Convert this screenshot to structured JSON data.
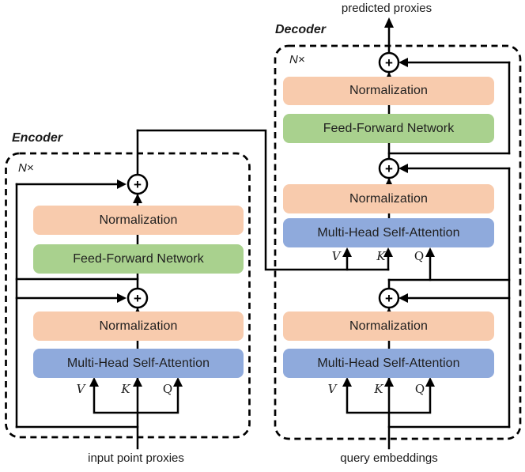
{
  "figure": {
    "output_label": "predicted proxies",
    "add_symbol": "+",
    "encoder": {
      "title": "Encoder",
      "repeat_label": "N×",
      "blocks": [
        {
          "label": "Normalization",
          "type": "normalization"
        },
        {
          "label": "Feed-Forward Network",
          "type": "feed-forward"
        },
        {
          "label": "Normalization",
          "type": "normalization"
        },
        {
          "label": "Multi-Head Self-Attention",
          "type": "attention"
        }
      ],
      "attention_inputs": [
        {
          "label": "V"
        },
        {
          "label": "K"
        },
        {
          "label": "Q"
        }
      ],
      "input_label": "input point proxies"
    },
    "decoder": {
      "title": "Decoder",
      "repeat_label": "N×",
      "blocks": [
        {
          "label": "Normalization",
          "type": "normalization"
        },
        {
          "label": "Feed-Forward Network",
          "type": "feed-forward"
        },
        {
          "label": "Normalization",
          "type": "normalization"
        },
        {
          "label": "Multi-Head Self-Attention",
          "type": "attention"
        },
        {
          "label": "Normalization",
          "type": "normalization"
        },
        {
          "label": "Multi-Head Self-Attention",
          "type": "attention"
        }
      ],
      "cross_attention_inputs": [
        {
          "label": "V"
        },
        {
          "label": "K"
        },
        {
          "label": "Q"
        }
      ],
      "self_attention_inputs": [
        {
          "label": "V"
        },
        {
          "label": "K"
        },
        {
          "label": "Q"
        }
      ],
      "input_label": "query embeddings"
    },
    "colors": {
      "normalization_block": "#F8CBAD",
      "feed_forward_block": "#A9D18E",
      "attention_block": "#8FAADC",
      "line": "#000000",
      "background": "#FFFFFF"
    }
  }
}
